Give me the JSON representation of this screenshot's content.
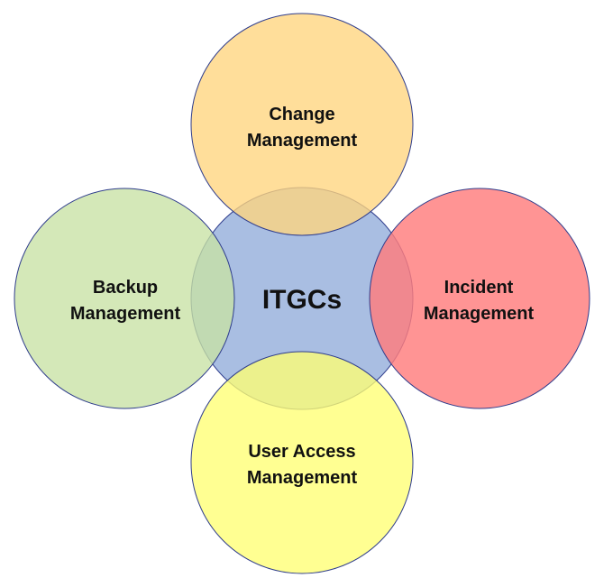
{
  "diagram": {
    "center": {
      "label": "ITGCs",
      "color": "#A9BEE2"
    },
    "circles": [
      {
        "id": "change",
        "lines": [
          "Change",
          "Management"
        ],
        "color": "#FFD57E"
      },
      {
        "id": "backup",
        "lines": [
          "Backup",
          "Management"
        ],
        "color": "#C8E2A4"
      },
      {
        "id": "incident",
        "lines": [
          "Incident",
          "Management"
        ],
        "color": "#FF7C7C"
      },
      {
        "id": "user-access",
        "lines": [
          "User Access",
          "Management"
        ],
        "color": "#FFFF73"
      }
    ],
    "stroke_color": "#2E3C8C"
  }
}
